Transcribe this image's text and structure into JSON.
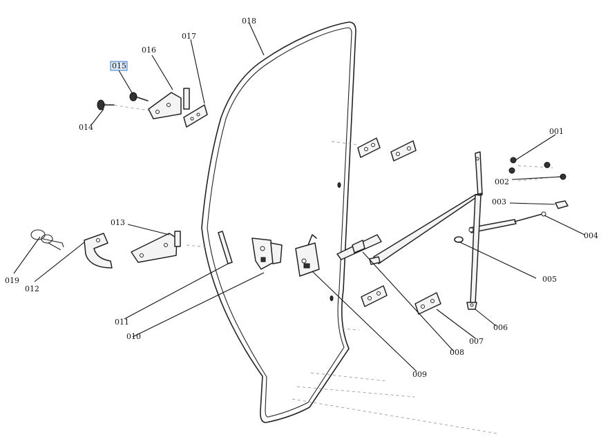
{
  "labels": {
    "p001": "001",
    "p002": "002",
    "p003": "003",
    "p004": "004",
    "p005": "005",
    "p006": "006",
    "p007": "007",
    "p008": "008",
    "p009": "009",
    "p010": "010",
    "p011": "011",
    "p012": "012",
    "p013": "013",
    "p014": "014",
    "p015": "015",
    "p016": "016",
    "p017": "017",
    "p018": "018",
    "p019": "019"
  },
  "selected_part": "015",
  "colors": {
    "line": "#222222",
    "selection_fill": "#dbe9f8",
    "selection_border": "#3b78c4"
  }
}
